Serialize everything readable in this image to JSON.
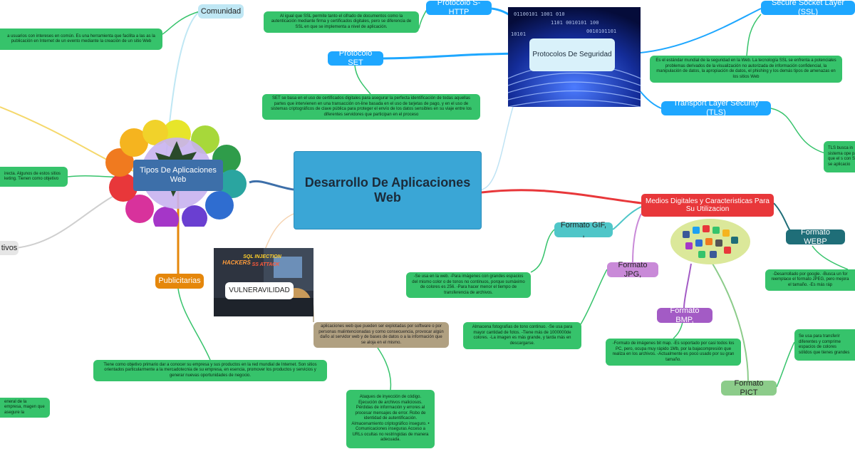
{
  "central": {
    "title": "Desarrollo De Aplicaciones Web"
  },
  "protocolos": {
    "title": "Protocolos De Seguridad",
    "shttp": {
      "label": "Protocolo S-HTTP",
      "note": "Al igual que SSL permite tanto el cifrado de documentos como la autenticación mediante firma y certificados digitales, pero se diferencia de SSL en que se implementa a nivel de aplicación."
    },
    "set": {
      "label": "Protocolo SET",
      "note": "SET se basa en el uso de certificados digitales para asegurar la perfecta identificación de todas aquellas partes que intervienen en una transacción on-line basada en el uso de tarjetas de pago, y en el uso de sistemas criptográficos de clave pública para proteger el envío de los datos sensibles en su viaje entre los diferentes servidores que participan en el proceso"
    },
    "ssl": {
      "label": "Secure Socket Layer (SSL)",
      "note": "Es el estándar mundial de la seguridad en la Web. La tecnología SSL se enfrenta a potenciales problemas derivados de la visualización no autorizada de información confidencial, la manipulación de datos, la apropiación de datos, el phishing y los demás tipos de amenazas en los sitios Web"
    },
    "tls": {
      "label": "Transport Layer Security (TLS)",
      "note": "TLS busca in sistema ope para que el s con SSL se aplicacio"
    }
  },
  "tipos": {
    "title": "Tipos De Aplicaciones Web",
    "comunidad": {
      "label": "Comunidad",
      "note": "a usuarios con intereses en común. Es una herramienta que facilita a las as la publicación en Internet de un evento mediante la creación de un sitio Web"
    },
    "left_note": "irecta. Algunos de estos sitios keting. Tienen como objetivo",
    "tivos": "tivos",
    "publicitarias": {
      "label": "Publicitarias",
      "note": "Tiene como objetivo primario dar a conocer su empresa y sus productos en la red mundial de Internet. Son sitios orientados particularmente a la mercadotecnia de su empresa, en esencia, promover los productos y servicios y generar nuevas oportunidades de negocio."
    },
    "bottom_left_note": "eneral de la empresa, magen que asegure la"
  },
  "vulnerabilidad": {
    "title": "VULNERAVILIDAD",
    "image_text": [
      "HACKERS",
      "SQL INJECTION",
      "SS ATTACK"
    ],
    "desc": "aplicaciones web que pueden ser explotadas por software o por personas malintencionadas y como consecuencia, provocar algún daño al servidor web y de bases de datos o a la información que se aloja en el mismo.",
    "ataques": "Ataques de inyección de código. Ejecución de archivos maliciosos. Pérdidas de información y errores al procesar mensajes de error. Robo de identidad de autentificación. Almacenamiento criptográfico inseguro. • Comunicaciones inseguras Acceso a URLs ocultas no restringidas de manera adecuada."
  },
  "medios": {
    "title": "Medios Digitales y Caracteristicas Para Su Utilizacion",
    "gif": {
      "label": "Formato GIF, ,",
      "note": "-Se usa en la web. -Para imágenes con grandes espacios del mismo color o de tonos no continuos, porque sumáximo de colores es 256. -Para hacer menor el tiempo de transferencia de archivos."
    },
    "jpg": {
      "label": "Formato JPG,",
      "note": "Almacena fotografías de tono continuo. -Se usa para mayor cantidad de fotos. -Tiene más de 1000000de colores. -La imagen es más grande, y tarda más en descargarse."
    },
    "bmp": {
      "label": "Formato BMP,",
      "note": "-Formato de imágenes bit map. -Es soportado por casi todos los PC, pero, ocupa muy rápido 1Mb, por la bajacompresión que realiza en los archivos. -Actualmente es poco usado por su gran tamaño."
    },
    "pict": {
      "label": "Formato PICT",
      "note": "Se usa para transferir diferentes y comprime espacios de colores sólidos que tienes grandes"
    },
    "webp": {
      "label": "Formato WEBP",
      "note": "-Desarrollado por google. -Busca un for reemplace el formato JPEG, pero mejora el tamaño. -Es más ráp"
    }
  },
  "colors": {
    "central": "#3aa6d6",
    "protocol_nodes": "#1ea7ff",
    "notes": "#36c36b",
    "medios": "#e8373a",
    "gif": "#4fc6c8",
    "jpg": "#c98ad8",
    "bmp": "#a35bc5",
    "pict": "#8ccc8a",
    "webp": "#1f6e78",
    "tipos": "#3d6fa9",
    "comunidad": "#bfe7f4",
    "publicitarias": "#e5870b",
    "vulnerabilidad_desc": "#b0a081"
  }
}
